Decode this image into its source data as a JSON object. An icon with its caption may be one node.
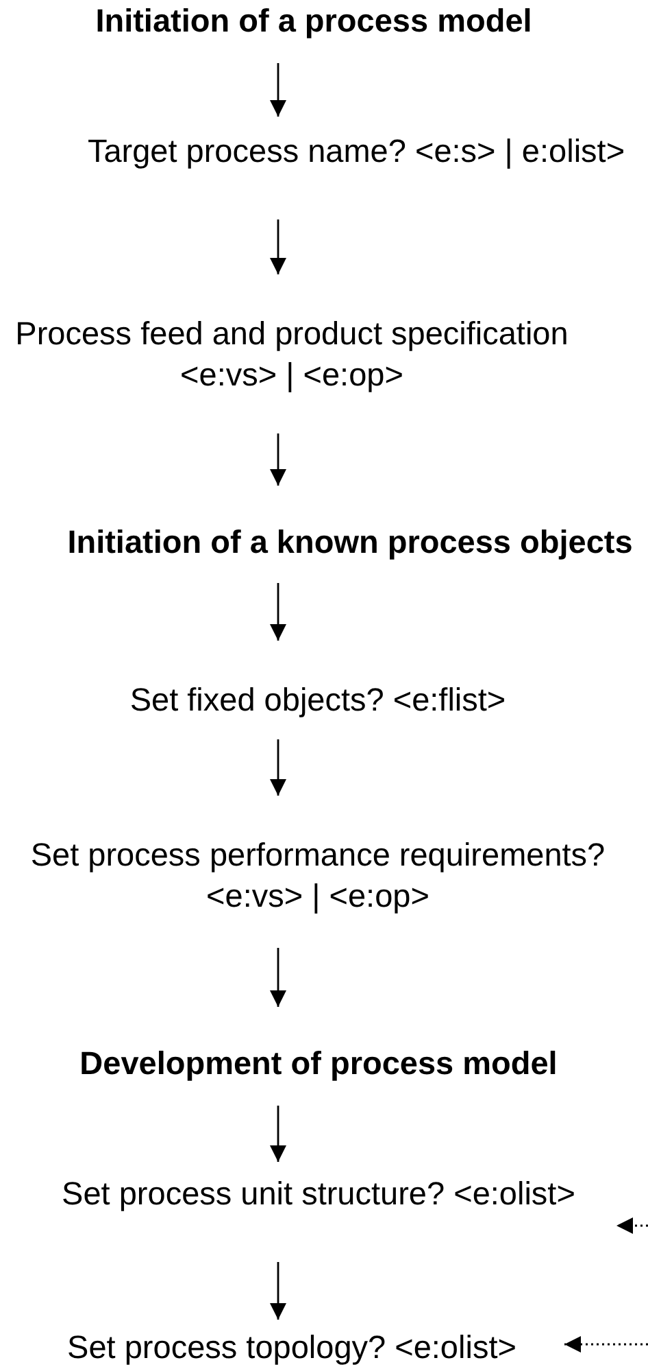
{
  "diagram": {
    "nodes": [
      {
        "text": [
          "Initiation of a process model"
        ]
      },
      {
        "text": [
          "Target process name? <e:s> | e:olist>"
        ]
      },
      {
        "text": [
          "Process feed and product specification <e:vs> | <e:op>"
        ]
      },
      {
        "text": [
          "Initiation of a known process objects"
        ]
      },
      {
        "text": [
          "Set fixed objects? <e:flist>"
        ]
      },
      {
        "text": [
          "Set process performance requirements? <e:vs> | <e:op>"
        ]
      },
      {
        "text": [
          "Development of process model"
        ]
      },
      {
        "text": [
          "Set process unit structure? <e:olist>"
        ]
      },
      {
        "text": [
          "Set process topology? <e:olist>"
        ]
      }
    ],
    "edges": [
      {
        "from": 0,
        "to": 1,
        "arrow": "to"
      },
      {
        "from": 1,
        "to": 2,
        "arrow": "to"
      },
      {
        "from": 2,
        "to": 3,
        "arrow": "to"
      },
      {
        "from": 3,
        "to": 4,
        "arrow": "to"
      },
      {
        "from": 4,
        "to": 5,
        "arrow": "to"
      },
      {
        "from": 5,
        "to": 6,
        "arrow": "to"
      },
      {
        "from": 6,
        "to": 7,
        "arrow": "to"
      },
      {
        "from": 7,
        "to": 8,
        "arrow": "to"
      },
      {
        "from": null,
        "to": 7,
        "arrow": "to",
        "style": "dashed"
      },
      {
        "from": null,
        "to": 8,
        "arrow": "to",
        "style": "dashed"
      }
    ]
  }
}
